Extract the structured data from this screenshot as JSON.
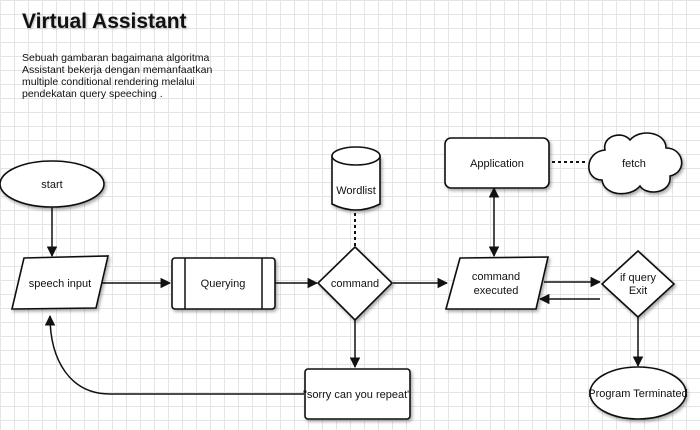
{
  "header": {
    "title": "Virtual Assistant",
    "description": "Sebuah gambaran bagaimana algoritma Assistant bekerja dengan memanfaatkan multiple conditional rendering melalui pendekatan query speeching ."
  },
  "nodes": {
    "start": "start",
    "speech_input": "speech input",
    "querying": "Querying",
    "wordlist": "Wordlist",
    "command": "command",
    "sorry": "\"sorry can you repeat\"",
    "application": "Application",
    "fetch": "fetch",
    "command_executed": [
      "command",
      "executed"
    ],
    "if_query_exit": [
      "if query",
      "Exit"
    ],
    "program_terminated": "Program Terminated"
  }
}
